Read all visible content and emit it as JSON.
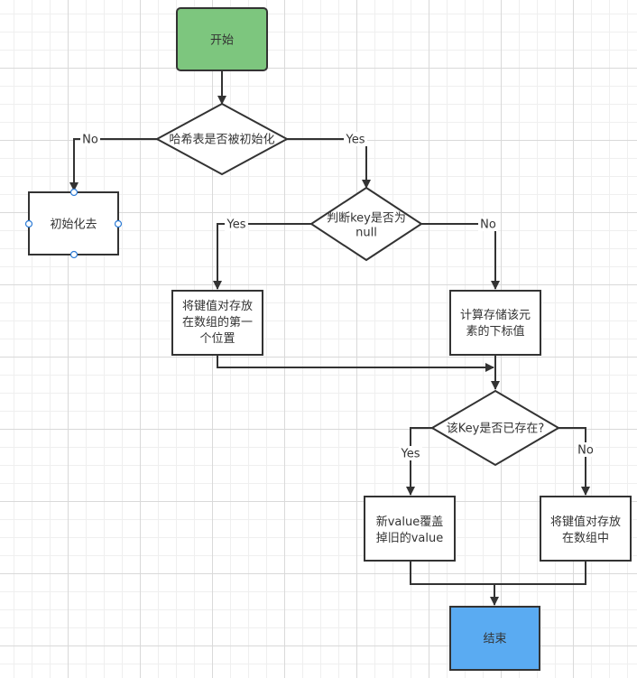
{
  "colors": {
    "start_fill": "#7dc67e",
    "end_fill": "#5aabf2",
    "node_fill": "#ffffff",
    "stroke": "#333333",
    "selection_handle": "#2e7cd6"
  },
  "nodes": {
    "start": {
      "text": "开始"
    },
    "decision_initialized": {
      "text": "哈希表是否被初始化"
    },
    "process_initialize": {
      "text": "初始化去"
    },
    "decision_key_null": {
      "lines": [
        "判断key是否为",
        "null"
      ]
    },
    "process_store_first": {
      "lines": [
        "将键值对存放",
        "在数组的第一",
        "个位置"
      ]
    },
    "process_compute_index": {
      "lines": [
        "计算存储该元",
        "素的下标值"
      ]
    },
    "decision_key_exists": {
      "text": "该Key是否已存在?"
    },
    "process_overwrite": {
      "lines": [
        "新value覆盖",
        "掉旧的value"
      ]
    },
    "process_store_array": {
      "lines": [
        "将键值对存放",
        "在数组中"
      ]
    },
    "end": {
      "text": "结束"
    }
  },
  "edge_labels": {
    "initialized_no": "No",
    "initialized_yes": "Yes",
    "key_null_yes": "Yes",
    "key_null_no": "No",
    "key_exists_yes": "Yes",
    "key_exists_no": "No"
  }
}
